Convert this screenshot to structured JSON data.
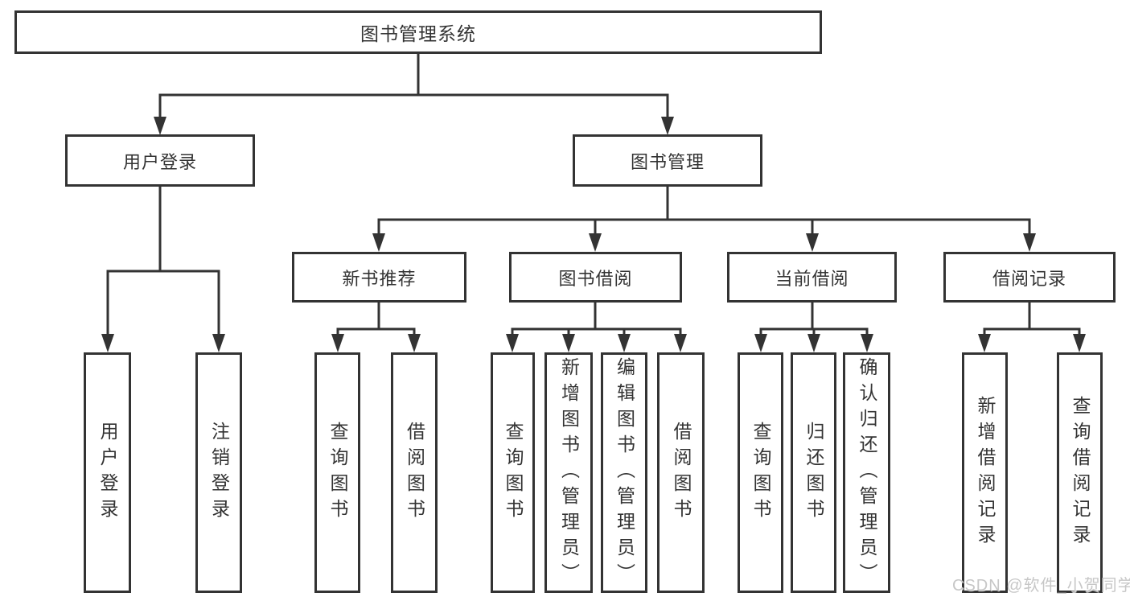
{
  "diagram": {
    "type": "hierarchy-tree",
    "colors": {
      "line": "#333333",
      "box_border": "#333333",
      "text": "#333333",
      "background": "#ffffff",
      "watermark": "#c7c7c7"
    },
    "tree": {
      "root": {
        "label": "图书管理系统"
      },
      "branches": [
        {
          "label": "用户登录",
          "children": [
            {
              "label": "用户登录"
            },
            {
              "label": "注销登录"
            }
          ]
        },
        {
          "label": "图书管理",
          "groups": [
            {
              "label": "新书推荐",
              "children": [
                {
                  "label": "查询图书"
                },
                {
                  "label": "借阅图书"
                }
              ]
            },
            {
              "label": "图书借阅",
              "children": [
                {
                  "label": "查询图书"
                },
                {
                  "label": "新增图书（管理员）"
                },
                {
                  "label": "编辑图书（管理员）"
                },
                {
                  "label": "借阅图书"
                }
              ]
            },
            {
              "label": "当前借阅",
              "children": [
                {
                  "label": "查询图书"
                },
                {
                  "label": "归还图书"
                },
                {
                  "label": "确认归还（管理员）"
                }
              ]
            },
            {
              "label": "借阅记录",
              "children": [
                {
                  "label": "新增借阅记录"
                },
                {
                  "label": "查询借阅记录"
                }
              ]
            }
          ]
        }
      ]
    },
    "watermark": {
      "text": "CSDN @软件_小贺同学"
    }
  }
}
